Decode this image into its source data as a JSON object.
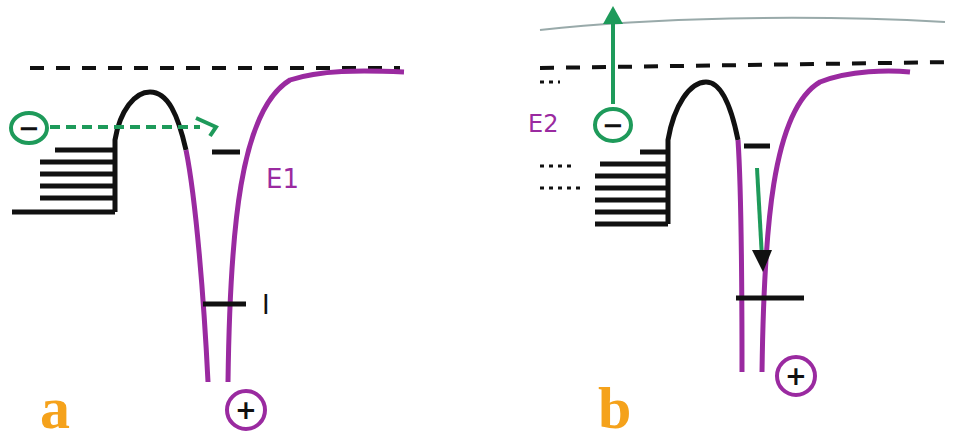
{
  "diagram": {
    "nodes": [
      {
        "text": [
          "−"
        ]
      },
      {
        "text": [
          "+"
        ]
      },
      {
        "text": [
          "−"
        ]
      },
      {
        "text": [
          "+"
        ]
      }
    ],
    "labels": [
      "a",
      "E1",
      "I",
      "b",
      "E2"
    ]
  }
}
